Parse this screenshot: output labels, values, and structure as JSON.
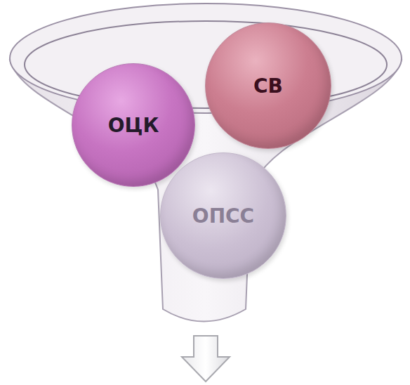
{
  "diagram": {
    "nodes": [
      {
        "text": [
          "ОЦК"
        ]
      },
      {
        "text": [
          "СВ"
        ]
      },
      {
        "text": [
          "ОПСС"
        ]
      }
    ]
  }
}
